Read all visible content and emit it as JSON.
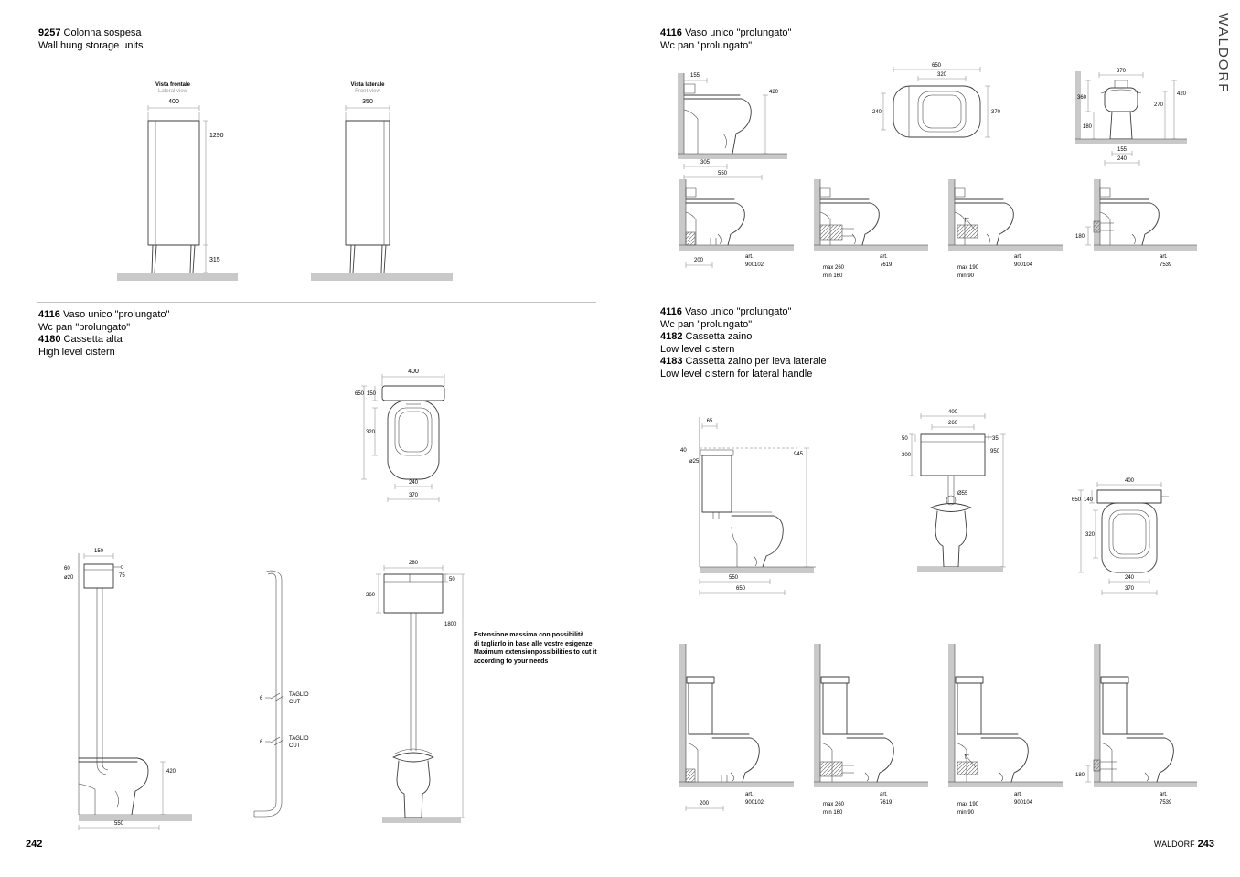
{
  "brand_vertical": "WALDORF",
  "footer": {
    "left_page": "242",
    "right_brand": "WALDORF",
    "right_page": "243"
  },
  "left_top": {
    "code": "9257",
    "title_it": "Colonna sospesa",
    "title_en": "Wall hung storage units",
    "front": {
      "caption_it": "Vista frontale",
      "caption_en": "Lateral view",
      "d_width": "400",
      "d_height": "1290",
      "d_leg": "315"
    },
    "side": {
      "caption_it": "Vista laterale",
      "caption_en": "Front view",
      "d_width": "350"
    }
  },
  "left_bottom": {
    "h1_code": "4116",
    "h1": "Vaso unico \"prolungato\"",
    "h2": "Wc pan \"prolungato\"",
    "h3_code": "4180",
    "h3": "Cassetta alta",
    "h4": "High level cistern",
    "top_view": {
      "d400": "400",
      "d650": "650",
      "d150": "150",
      "d320": "320",
      "d240": "240",
      "d370": "370"
    },
    "side_view": {
      "d150": "150",
      "d60": "60",
      "dpipe": "ø20",
      "d75": "75",
      "d420": "420",
      "d550": "550"
    },
    "cut": {
      "d6": "6",
      "t1": "TAGLIO",
      "t2": "CUT"
    },
    "front_view": {
      "d280": "280",
      "d360": "360",
      "d50": "50",
      "d1800": "1800"
    },
    "note": {
      "l1": "Estensione massima  con possibilità",
      "l2": "di tagliarlo in base alle vostre esigenze",
      "l3": "Maximum extensionpossibilities to cut it",
      "l4": "according to your needs"
    }
  },
  "right_top": {
    "h1_code": "4116",
    "h1": "Vaso unico \"prolungato\"",
    "h2": "Wc pan \"prolungato\"",
    "side_view": {
      "d155": "155",
      "d420": "420",
      "d305": "305",
      "d550": "550"
    },
    "top_view": {
      "d650": "650",
      "d320": "320",
      "d240": "240",
      "d370": "370"
    },
    "back_view": {
      "d370": "370",
      "d360": "360",
      "d180": "180",
      "d420": "420",
      "d270": "270",
      "d155": "155",
      "d240": "240"
    },
    "installs": [
      {
        "dim1": "200",
        "dim2": "",
        "art": "art.",
        "num": "900102"
      },
      {
        "dim1": "max 260",
        "dim2": "min 160",
        "art": "art.",
        "num": "7619"
      },
      {
        "dim1": "max 190",
        "dim2": "min 90",
        "art": "art.",
        "num": "900104"
      },
      {
        "dim1": "180",
        "dim2": "",
        "art": "art.",
        "num": "7539"
      }
    ]
  },
  "right_bottom": {
    "h1_code": "4116",
    "h1": "Vaso unico \"prolungato\"",
    "h2": "Wc pan \"prolungato\"",
    "h3_code": "4182",
    "h3": "Cassetta zaino",
    "h4": "Low level cistern",
    "h5_code": "4183",
    "h5": "Cassetta zaino per leva laterale",
    "h6": "Low level cistern for lateral handle",
    "side_view": {
      "d65": "65",
      "d40": "40",
      "dpipe": "ø25",
      "d945": "945",
      "d550": "550",
      "d650": "650"
    },
    "front_view": {
      "d400": "400",
      "d260": "260",
      "d50": "50",
      "d300": "300",
      "d35": "35",
      "d950": "950",
      "d55": "Ø55"
    },
    "top_view": {
      "d400": "400",
      "d650": "650",
      "d140": "140",
      "d320": "320",
      "d240": "240",
      "d370": "370"
    },
    "installs": [
      {
        "dim1": "200",
        "dim2": "",
        "art": "art.",
        "num": "900102"
      },
      {
        "dim1": "max 260",
        "dim2": "min 160",
        "art": "art.",
        "num": "7619"
      },
      {
        "dim1": "max 190",
        "dim2": "min 90",
        "art": "art.",
        "num": "900104"
      },
      {
        "dim1": "180",
        "dim2": "",
        "art": "art.",
        "num": "7539"
      }
    ]
  }
}
